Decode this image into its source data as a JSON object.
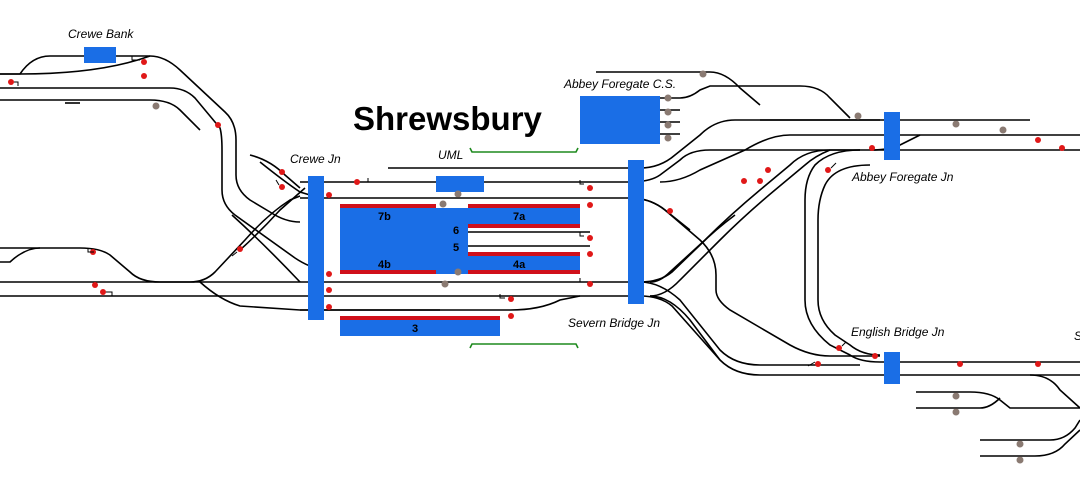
{
  "title": "Shrewsbury",
  "labels": {
    "crewe_bank": "Crewe Bank",
    "crewe_jn": "Crewe Jn",
    "uml": "UML",
    "abbey_foregate_cs": "Abbey Foregate C.S.",
    "abbey_foregate_jn": "Abbey Foregate Jn",
    "severn_bridge_jn": "Severn Bridge Jn",
    "english_bridge_jn": "English Bridge Jn",
    "cut_off": "S"
  },
  "platforms": {
    "p7b": "7b",
    "p7a": "7a",
    "p6": "6",
    "p5": "5",
    "p4b": "4b",
    "p4a": "4a",
    "p3": "3"
  },
  "colors": {
    "platform": "#1a6ee6",
    "platform_edge": "#d0101a",
    "signal": "#e01818",
    "ground_signal": "#8a7a72",
    "siding_marker": "#1e8a1e",
    "track": "#000000"
  }
}
